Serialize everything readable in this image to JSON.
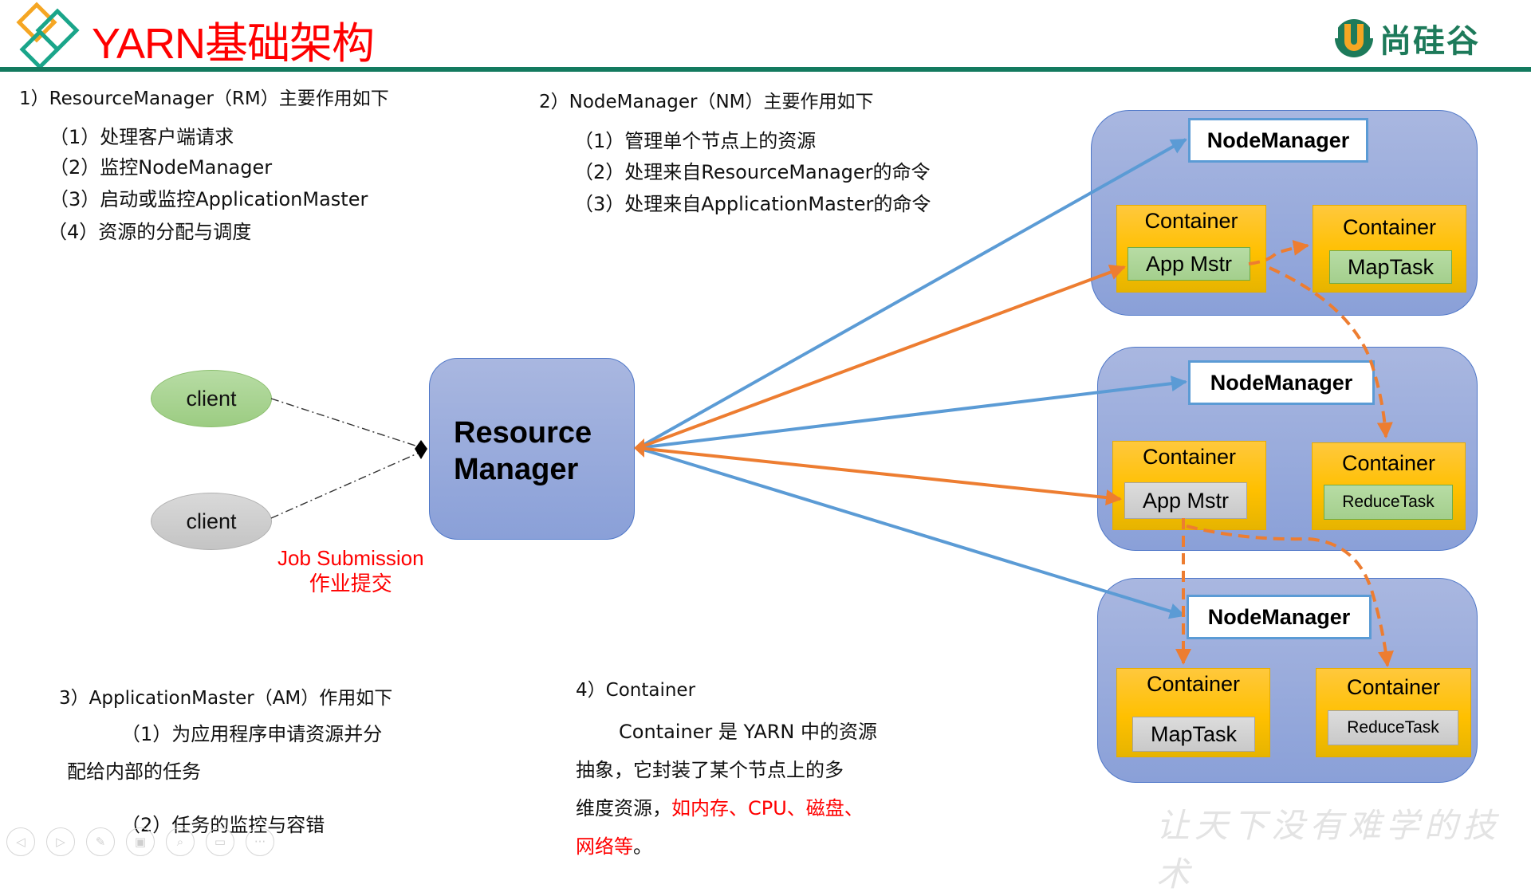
{
  "header": {
    "title": "YARN基础架构",
    "brand": "尚硅谷",
    "logo_icon": "overlapping-diamonds-icon",
    "brand_icon": "u-circle-logo-icon",
    "colors": {
      "title": "#ff0000",
      "rule": "#137a5f",
      "brand": "#1d7a5a"
    }
  },
  "sections": {
    "rm": {
      "heading": "1）ResourceManager（RM）主要作用如下",
      "items": [
        "（1）处理客户端请求",
        "（2）监控NodeManager",
        "（3）启动或监控ApplicationMaster",
        "（4）资源的分配与调度"
      ]
    },
    "nm": {
      "heading": "2）NodeManager（NM）主要作用如下",
      "items": [
        "（1）管理单个节点上的资源",
        "（2）处理来自ResourceManager的命令",
        "（3）处理来自ApplicationMaster的命令"
      ]
    },
    "am": {
      "heading": "3）ApplicationMaster（AM）作用如下",
      "items": [
        "（1）为应用程序申请资源并分",
        "配给内部的任务",
        "（2）任务的监控与容错"
      ]
    },
    "container": {
      "heading": "4）Container",
      "lines": [
        "Container 是 YARN 中的资源",
        "抽象，它封装了某个节点上的多",
        "维度资源，"
      ],
      "highlight_line3": "如内存、CPU、磁盘、",
      "highlight_line4": "网络等",
      "line4_end": "。"
    }
  },
  "diagram": {
    "clients": [
      "client",
      "client"
    ],
    "job_submission": [
      "Job Submission",
      "作业提交"
    ],
    "resource_manager": "Resource\nManager",
    "node_managers": [
      {
        "label": "NodeManager",
        "containers": [
          {
            "label": "Container",
            "task": "App Mstr",
            "task_style": "green"
          },
          {
            "label": "Container",
            "task": "MapTask",
            "task_style": "green"
          }
        ]
      },
      {
        "label": "NodeManager",
        "containers": [
          {
            "label": "Container",
            "task": "App Mstr",
            "task_style": "gray"
          },
          {
            "label": "Container",
            "task": "ReduceTask",
            "task_style": "green"
          }
        ]
      },
      {
        "label": "NodeManager",
        "containers": [
          {
            "label": "Container",
            "task": "MapTask",
            "task_style": "gray"
          },
          {
            "label": "Container",
            "task": "ReduceTask",
            "task_style": "gray"
          }
        ]
      }
    ],
    "colors": {
      "blue_arrow": "#5b9bd5",
      "orange_arrow": "#ed7d31",
      "node_fill": "#98aadc",
      "container_fill": "#ffc000"
    }
  },
  "footer": {
    "slogan": "让天下没有难学的技术",
    "toolbar": [
      {
        "name": "prev-slide",
        "glyph": "◁"
      },
      {
        "name": "next-slide",
        "glyph": "▷"
      },
      {
        "name": "pen",
        "glyph": "✎"
      },
      {
        "name": "slide-grid",
        "glyph": "▣"
      },
      {
        "name": "zoom",
        "glyph": "⌕"
      },
      {
        "name": "subtitles",
        "glyph": "▭"
      },
      {
        "name": "more",
        "glyph": "···"
      }
    ]
  }
}
